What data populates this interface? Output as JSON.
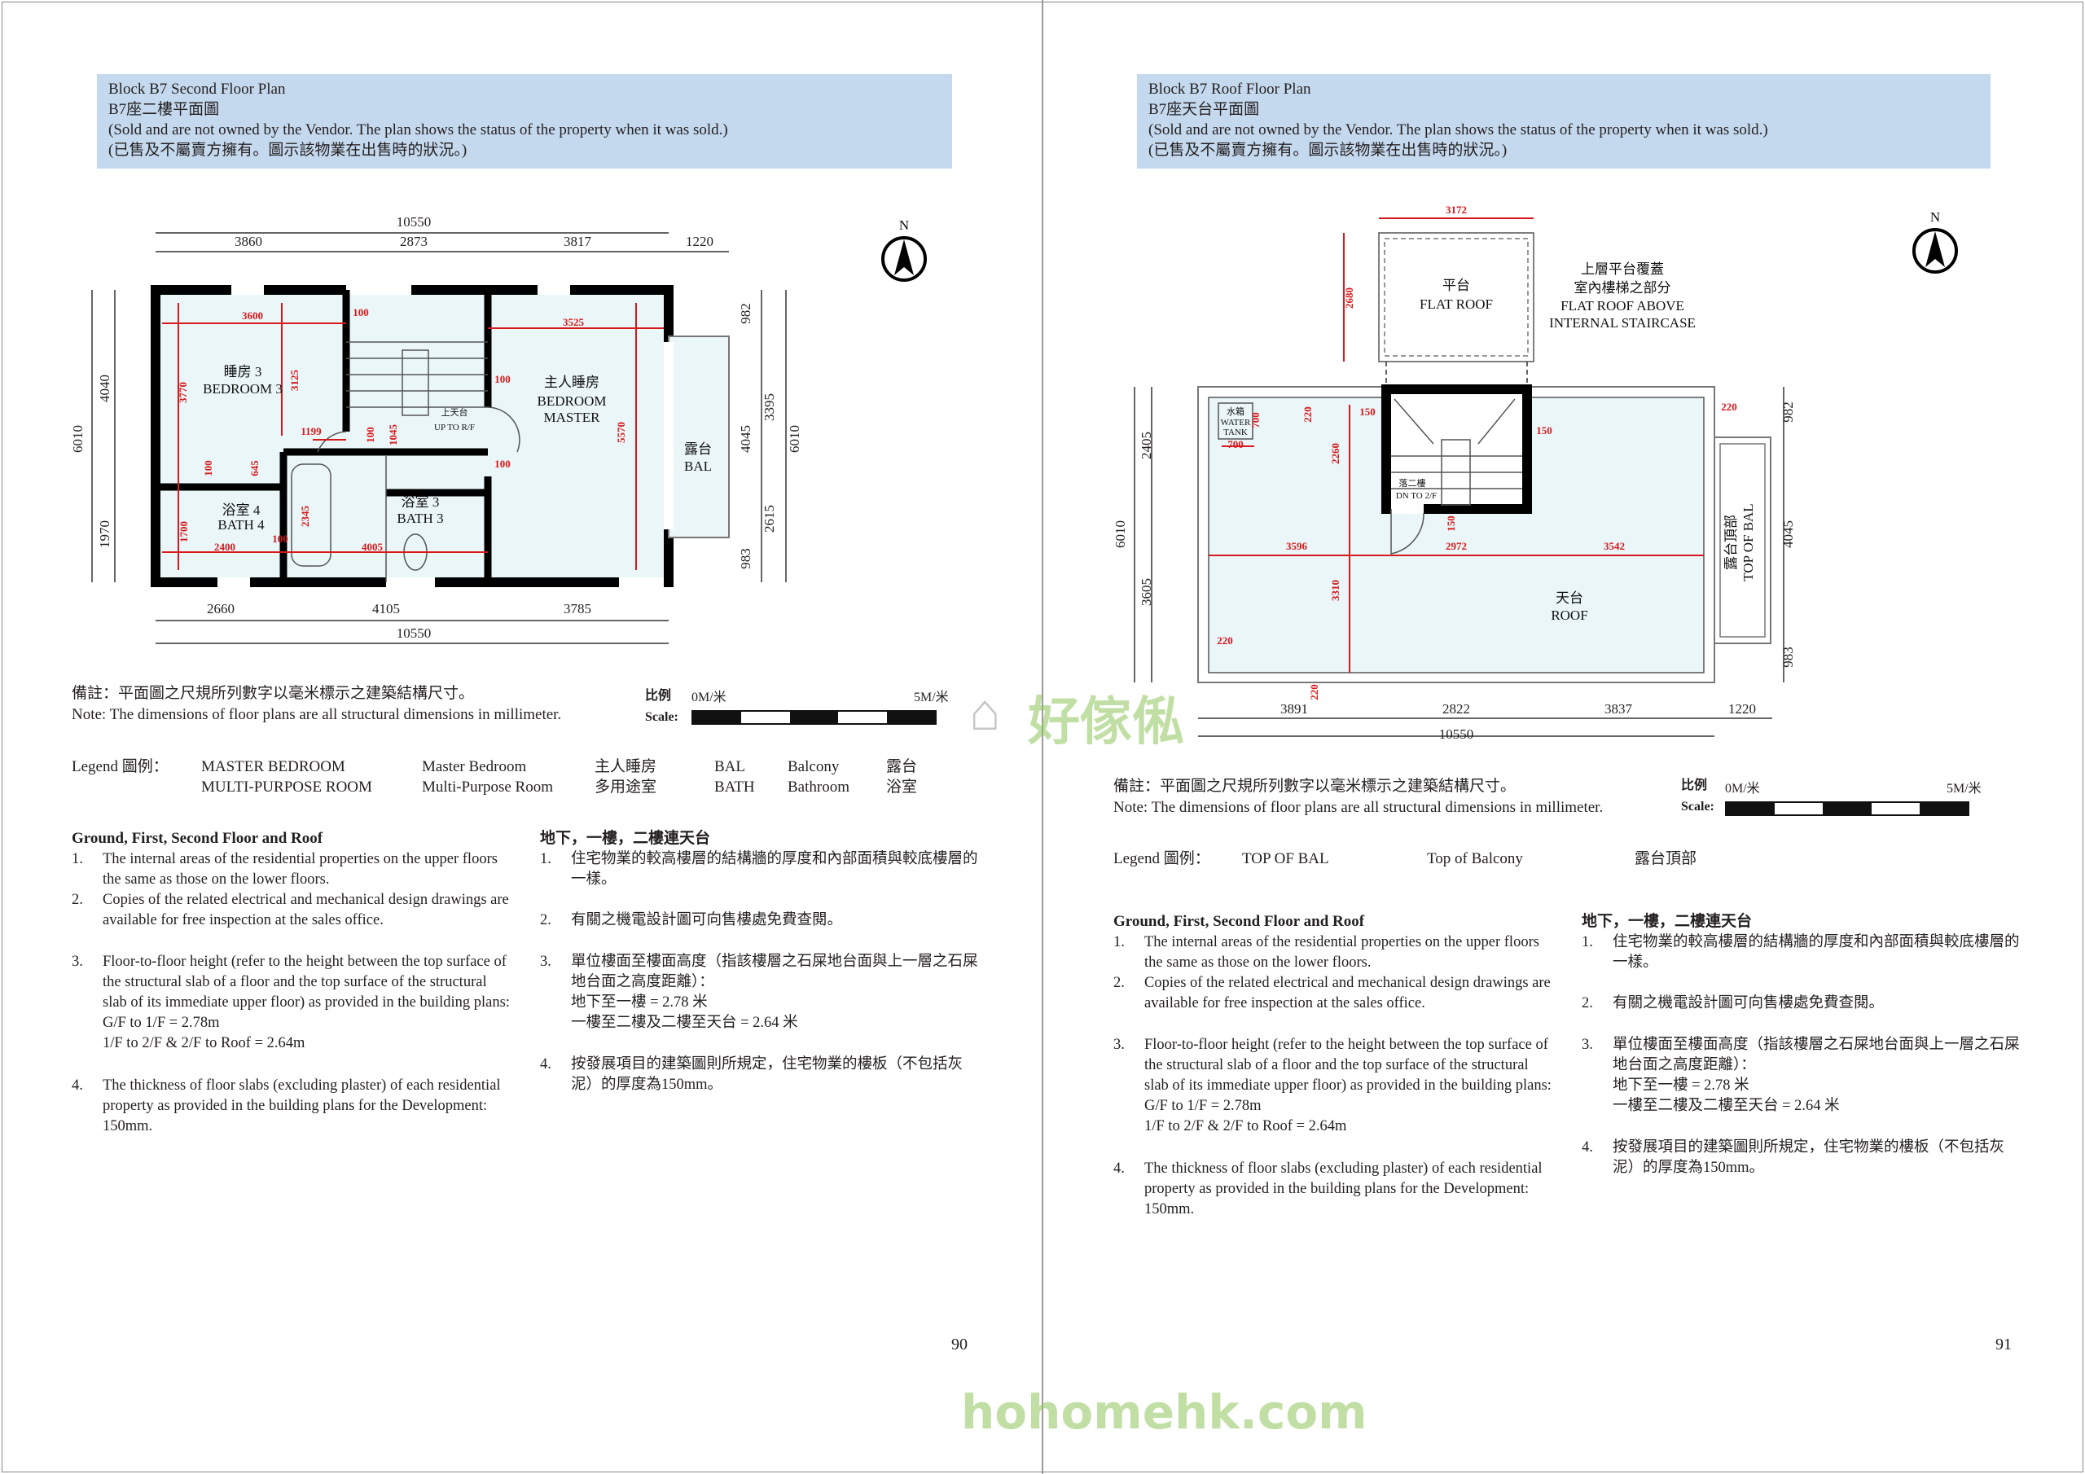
{
  "left_page": {
    "header": {
      "title": "Block B7 Second Floor Plan",
      "title_zh": "B7座二樓平面圖",
      "note": "(Sold and are not owned by the Vendor. The plan shows the status of the property when it was sold.)",
      "note_zh": "(已售及不屬賣方擁有。圖示該物業在出售時的狀況。)"
    },
    "plan": {
      "north": "N",
      "dims": {
        "top_total": "10550",
        "top_1": "3860",
        "top_2": "2873",
        "top_3": "3817",
        "top_4": "1220",
        "bottom_1": "2660",
        "bottom_2": "4105",
        "bottom_3": "3785",
        "bottom_total": "10550",
        "left_total": "6010",
        "left_1": "4040",
        "left_2": "1970",
        "right_1": "982",
        "right_2": "3395",
        "right_3": "4045",
        "right_total": "6010",
        "right_4": "2615",
        "right_5": "983"
      },
      "inner_dims": {
        "d3600": "3600",
        "d3525": "3525",
        "d100a": "100",
        "d3770": "3770",
        "d3125": "3125",
        "d100b": "100",
        "d1199": "1199",
        "d100c": "100",
        "d1045": "1045",
        "d100d": "100",
        "d5570": "5570",
        "d100e": "100",
        "d645": "645",
        "d2345": "2345",
        "d1700": "1700",
        "d100f": "100",
        "d2400": "2400",
        "d4005": "4005"
      },
      "rooms": {
        "bed3_zh": "睡房 3",
        "bed3_en": "BEDROOM 3",
        "master_zh": "主人睡房",
        "master_en1": "BEDROOM",
        "master_en2": "MASTER",
        "up_zh": "上天台",
        "up_en": "UP TO R/F",
        "bath3_zh": "浴室 3",
        "bath3_en": "BATH 3",
        "bath4_zh": "浴室 4",
        "bath4_en": "BATH 4",
        "bal_zh": "露台",
        "bal_en": "BAL"
      }
    },
    "remark_zh": "備註：平面圖之尺規所列數字以毫米標示之建築結構尺寸。",
    "remark_en": "Note: The dimensions of floor plans are all structural dimensions in millimeter.",
    "scale": {
      "label_zh": "比例",
      "label_en": "Scale:",
      "start": "0M/米",
      "end": "5M/米"
    },
    "legend": {
      "label": "Legend 圖例：",
      "items": [
        {
          "abbr": "MASTER BEDROOM",
          "en": "Master Bedroom",
          "zh": "主人睡房"
        },
        {
          "abbr": "MULTI-PURPOSE ROOM",
          "en": "Multi-Purpose Room",
          "zh": "多用途室"
        },
        {
          "abbr": "BAL",
          "en": "Balcony",
          "zh": "露台"
        },
        {
          "abbr": "BATH",
          "en": "Bathroom",
          "zh": "浴室"
        }
      ]
    },
    "page_number": "90"
  },
  "right_page": {
    "header": {
      "title": "Block B7 Roof Floor Plan",
      "title_zh": "B7座天台平面圖",
      "note": "(Sold and are not owned by the Vendor. The plan shows the status of the property when it was sold.)",
      "note_zh": "(已售及不屬賣方擁有。圖示該物業在出售時的狀況。)"
    },
    "plan": {
      "north": "N",
      "dims": {
        "bottom_1": "3891",
        "bottom_2": "2822",
        "bottom_3": "3837",
        "bottom_4": "1220",
        "bottom_total": "10550",
        "left_total": "6010",
        "left_1": "2405",
        "left_2": "3605",
        "right_1": "982",
        "right_2": "4045",
        "right_3": "983"
      },
      "inner_dims": {
        "d3172": "3172",
        "d2680": "2680",
        "d700a": "700",
        "d700b": "700",
        "d220a": "220",
        "d150a": "150",
        "d2260": "2260",
        "d150b": "150",
        "d220b": "220",
        "d150c": "150",
        "d3596": "3596",
        "d2972": "2972",
        "d3542": "3542",
        "d3310": "3310",
        "d220c": "220",
        "d220d": "220"
      },
      "rooms": {
        "flat_zh": "平台",
        "flat_en": "FLAT ROOF",
        "above_zh1": "上層平台覆蓋",
        "above_zh2": "室內樓梯之部分",
        "above_en1": "FLAT ROOF ABOVE",
        "above_en2": "INTERNAL STAIRCASE",
        "tank_zh": "水箱",
        "tank_en1": "WATER",
        "tank_en2": "TANK",
        "dn_zh": "落二樓",
        "dn_en": "DN TO 2/F",
        "roof_zh": "天台",
        "roof_en": "ROOF",
        "topbal_zh": "露台頂部",
        "topbal_en": "TOP OF BAL"
      }
    },
    "remark_zh": "備註：平面圖之尺規所列數字以毫米標示之建築結構尺寸。",
    "remark_en": "Note: The dimensions of floor plans are all structural dimensions in millimeter.",
    "scale": {
      "label_zh": "比例",
      "label_en": "Scale:",
      "start": "0M/米",
      "end": "5M/米"
    },
    "legend": {
      "label": "Legend 圖例：",
      "items": [
        {
          "abbr": "TOP OF BAL",
          "en": "Top of Balcony",
          "zh": "露台頂部"
        }
      ]
    },
    "page_number": "91"
  },
  "notes_en": {
    "heading": "Ground, First, Second Floor and Roof",
    "items": [
      {
        "num": "1.",
        "text": "The internal areas of the residential properties on the upper floors the same as those on the lower floors."
      },
      {
        "num": "2.",
        "text": "Copies of the related electrical and mechanical design drawings are available for free inspection at the sales office."
      },
      {
        "num": "3.",
        "text": "Floor-to-floor height (refer to the height between the top surface of the structural slab of a floor and the top surface of the structural slab of its immediate upper floor) as provided in the building plans:",
        "line1": "G/F to 1/F = 2.78m",
        "line2": "1/F to 2/F & 2/F to Roof = 2.64m"
      },
      {
        "num": "4.",
        "text": "The thickness of floor slabs (excluding plaster) of each residential property as provided in the building plans for the Development: 150mm."
      }
    ]
  },
  "notes_zh": {
    "heading": "地下，一樓，二樓連天台",
    "items": [
      {
        "num": "1.",
        "text": "住宅物業的較高樓層的結構牆的厚度和內部面積與較底樓層的一樣。"
      },
      {
        "num": "2.",
        "text": "有關之機電設計圖可向售樓處免費查閱。"
      },
      {
        "num": "3.",
        "text": "單位樓面至樓面高度（指該樓層之石屎地台面與上一層之石屎地台面之高度距離）：",
        "line1": "地下至一樓 = 2.78 米",
        "line2": "一樓至二樓及二樓至天台 = 2.64 米"
      },
      {
        "num": "4.",
        "text": "按發展項目的建築圖則所規定，住宅物業的樓板（不包括灰泥）的厚度為150mm。"
      }
    ]
  },
  "watermark": {
    "zh": "好傢俬",
    "en": "hohomehk.com"
  },
  "colors": {
    "header_bg": "#c5d9ee",
    "plan_fill": "#eaf6f8",
    "dimension_red": "#d7191c",
    "watermark_green": "#8fc65a"
  }
}
